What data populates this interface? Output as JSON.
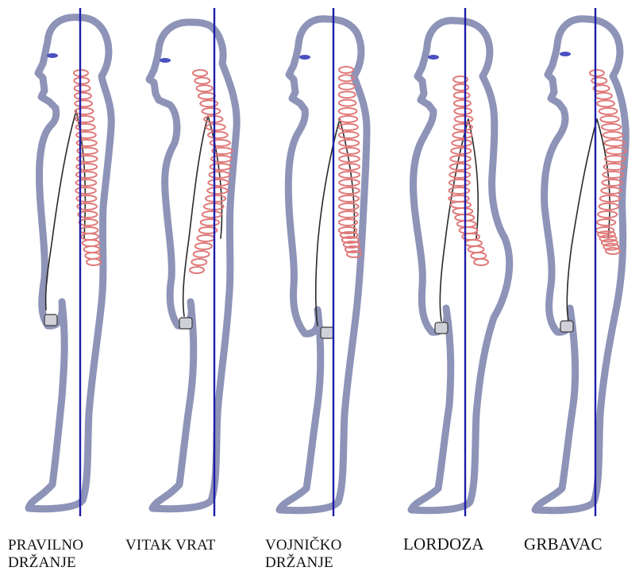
{
  "labels": {
    "pravilno": "PRAVILNO\nDRŽANJE",
    "vitak": "VITAK VRAT",
    "vojnicko": "VOJNIČKO\nDRŽANJE",
    "lordoza": "LORDOZA",
    "grbavac": "GRBAVAC"
  },
  "colors": {
    "outline": "#8e93b8",
    "plumb_line": "#1d1da8",
    "spine": "#e07a7a",
    "background": "#ffffff"
  },
  "icons": {
    "figure": "human-silhouette-side-view",
    "spine": "vertebral-column"
  }
}
